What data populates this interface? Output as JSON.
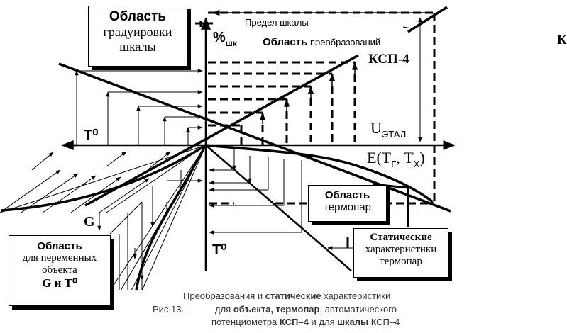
{
  "boxes": {
    "graduation": {
      "line1": "Область",
      "line2": "градуировки",
      "line3": "шкалы"
    },
    "thermocouple": {
      "line1": "Область",
      "line2": "термопар"
    },
    "static": {
      "line1": "Статические",
      "line2": "характеристики",
      "line3": "термопар"
    },
    "object": {
      "line1": "Область",
      "line2": "для переменных",
      "line3": "объекта",
      "line4": "G и T⁰"
    }
  },
  "labels": {
    "scale_limit": "Предел шкалы",
    "percent": "%",
    "percent_sub": "шк",
    "conversion_bold": "Область",
    "conversion_rest": " преобразований",
    "ksp4": "КСП-4",
    "k_edge": "К",
    "u": "U",
    "u_sub": "ЭТАЛ",
    "e_main": "E(T",
    "e_sub1": "Г",
    "e_mid": ", T",
    "e_sub2": "X",
    "e_end": ")",
    "t0_left": "T⁰",
    "t0_bottom": "T⁰",
    "g": "G"
  },
  "caption": {
    "fig": "Рис.13.",
    "line1_a": "Преобразования и ",
    "line1_b": "статические",
    "line1_c": " характеристики",
    "line2_a": "для ",
    "line2_b": "объекта,",
    "line2_c": " ",
    "line2_d": "термопар",
    "line2_e": ", автоматического",
    "line3_a": "потенциометра ",
    "line3_b": "КСП–4",
    "line3_c": " и для ",
    "line3_d": "шкалы",
    "line3_e": " КСП–4"
  }
}
